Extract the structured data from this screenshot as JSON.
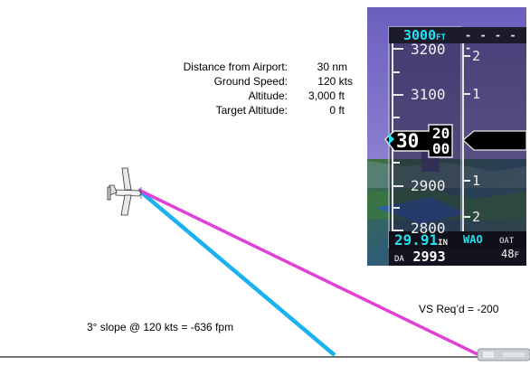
{
  "info": {
    "distance_label": "Distance from Airport:",
    "distance_value": "30 nm",
    "groundspeed_label": "Ground Speed:",
    "groundspeed_value": "120 kts",
    "altitude_label": "Altitude:",
    "altitude_value": "3,000 ft",
    "target_label": "Target Altitude:",
    "target_value": "0 ft"
  },
  "captions": {
    "slope": "3° slope @ 120 kts = -636 fpm",
    "vs_required": "VS Req’d = -200"
  },
  "pfd": {
    "selected_altitude": "3000",
    "selected_altitude_unit": "FT",
    "vsi_dashes": "- - - - -",
    "tape_labels": [
      "3200",
      "3100",
      "2900",
      "2800"
    ],
    "current_altitude_major": "30",
    "current_altitude_rolling_top": "20",
    "current_altitude_rolling_bottom": "00",
    "vsi_scale": [
      "2",
      "1",
      "1",
      "2"
    ],
    "baro_value": "29.91",
    "baro_unit": "IN",
    "waypoint": "WAO",
    "oat_label": "OAT",
    "oat_value": "48",
    "oat_unit": "F",
    "da_label": "DA",
    "da_value": "2993"
  },
  "colors": {
    "glideslope_line": "#1ab2ee",
    "required_path_line": "#e23fd6",
    "pfd_cyan": "#22e0ef",
    "pfd_sky": "#7a6fc4"
  },
  "icons": {
    "aircraft": "airplane-icon",
    "runway": "runway-icon"
  }
}
